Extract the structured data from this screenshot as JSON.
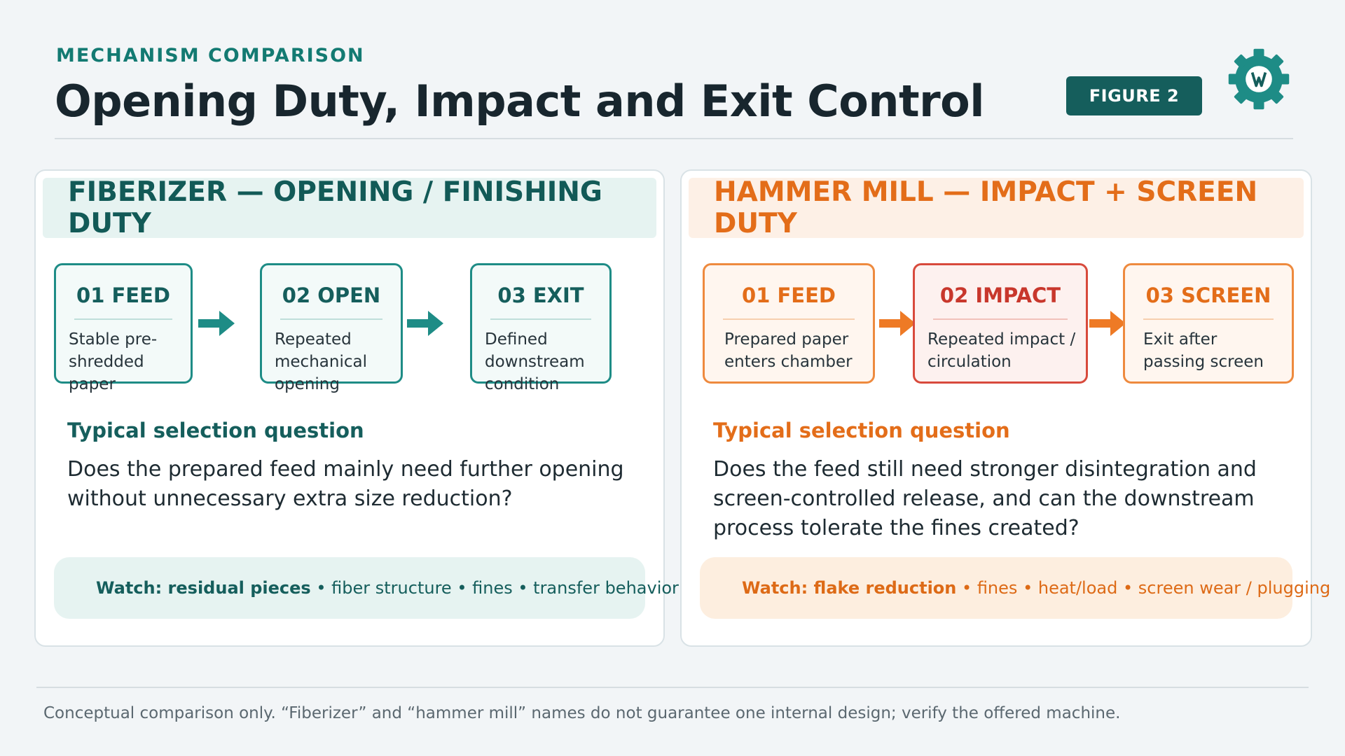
{
  "header": {
    "eyebrow": "MECHANISM COMPARISON",
    "title": "Opening Duty, Impact and Exit Control",
    "figure_badge": "FIGURE 2",
    "logo_icon": "gear-logo-icon"
  },
  "colors": {
    "teal_dark": "#155e5c",
    "teal": "#1e8c86",
    "orange": "#e36d19",
    "red": "#c8372c"
  },
  "panels": {
    "fiberizer": {
      "heading": "FIBERIZER — OPENING / FINISHING DUTY",
      "steps": [
        {
          "title": "01 FEED",
          "text": "Stable pre-shredded paper"
        },
        {
          "title": "02 OPEN",
          "text": "Repeated mechanical opening"
        },
        {
          "title": "03 EXIT",
          "text": "Defined downstream condition"
        }
      ],
      "question_label": "Typical selection question",
      "question_text": "Does the prepared feed mainly need further opening without unnecessary extra size reduction?",
      "watch": {
        "icon": "eye-icon",
        "lead": "Watch: residual pieces",
        "items": [
          "fiber structure",
          "fines",
          "transfer behavior"
        ]
      }
    },
    "hammer_mill": {
      "heading": "HAMMER MILL — IMPACT + SCREEN DUTY",
      "steps": [
        {
          "title": "01 FEED",
          "text": "Prepared paper enters chamber"
        },
        {
          "title": "02 IMPACT",
          "text": "Repeated impact / circulation"
        },
        {
          "title": "03 SCREEN",
          "text": "Exit after passing screen"
        }
      ],
      "question_label": "Typical selection question",
      "question_text": "Does the feed still need stronger disintegration and screen-controlled release, and can the downstream process tolerate the fines created?",
      "watch": {
        "icon": "eye-icon",
        "lead": "Watch: flake reduction",
        "items": [
          "fines",
          "heat/load",
          "screen wear / plugging"
        ]
      }
    }
  },
  "footer": {
    "note": "Conceptual comparison only. “Fiberizer” and “hammer mill” names do not guarantee one internal design; verify the offered machine."
  }
}
